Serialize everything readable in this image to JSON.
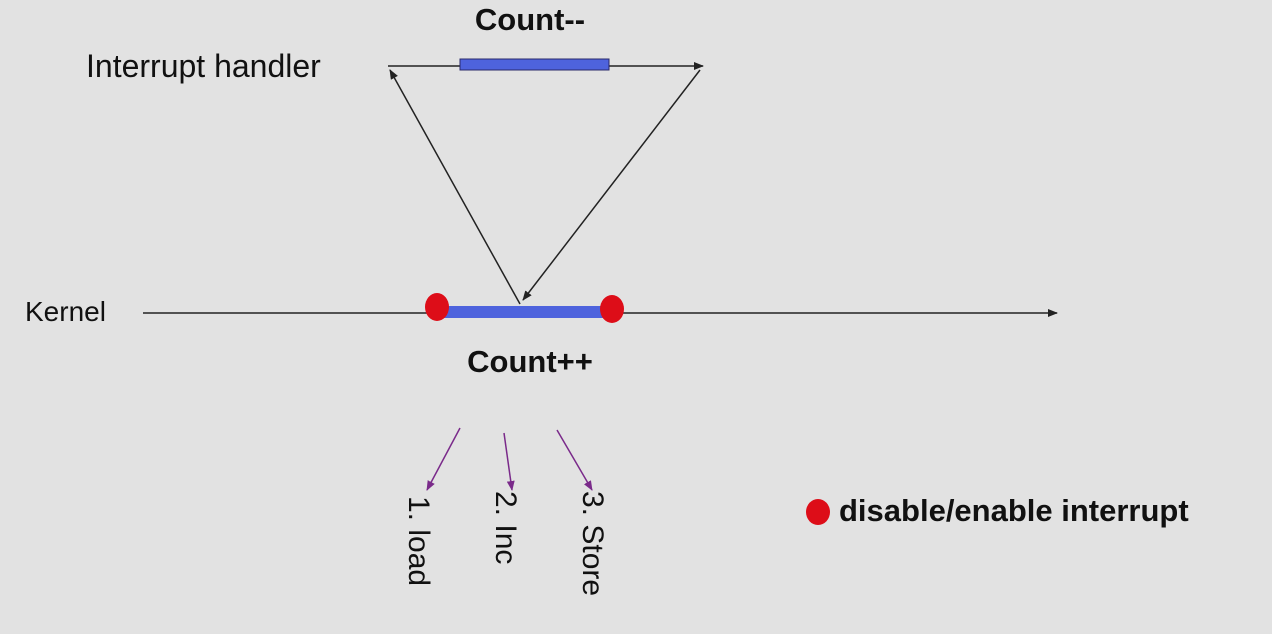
{
  "labels": {
    "count_minus": "Count--",
    "interrupt_handler": "Interrupt handler",
    "kernel": "Kernel",
    "count_plus": "Count++",
    "step_load": "1. load",
    "step_inc": "2. Inc",
    "step_store": "3. Store"
  },
  "legend": {
    "text": "disable/enable interrupt"
  },
  "colors": {
    "background": "#e2e2e2",
    "line": "#222222",
    "critical_bar": "#4e63dd",
    "interrupt_marker": "#dd0d18",
    "step_arrow": "#7a2a8a"
  }
}
